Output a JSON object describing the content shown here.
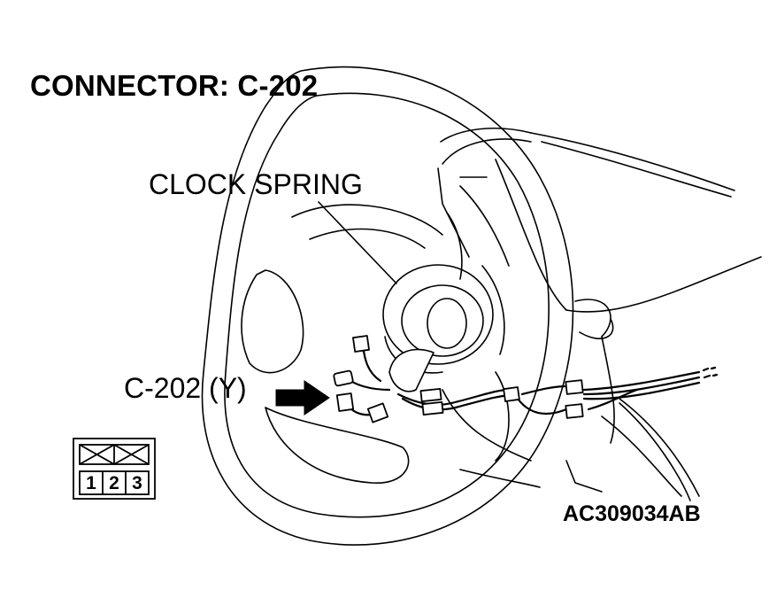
{
  "title": "CONNECTOR: C-202",
  "labels": {
    "clock_spring": "CLOCK SPRING",
    "connector": "C-202 (Y)",
    "figure_id": "AC309034AB"
  },
  "connector_face": {
    "pins": [
      "1",
      "2",
      "3"
    ],
    "blanked_top_cavities": 2
  },
  "colors": {
    "line": "#000000",
    "background": "#ffffff"
  }
}
